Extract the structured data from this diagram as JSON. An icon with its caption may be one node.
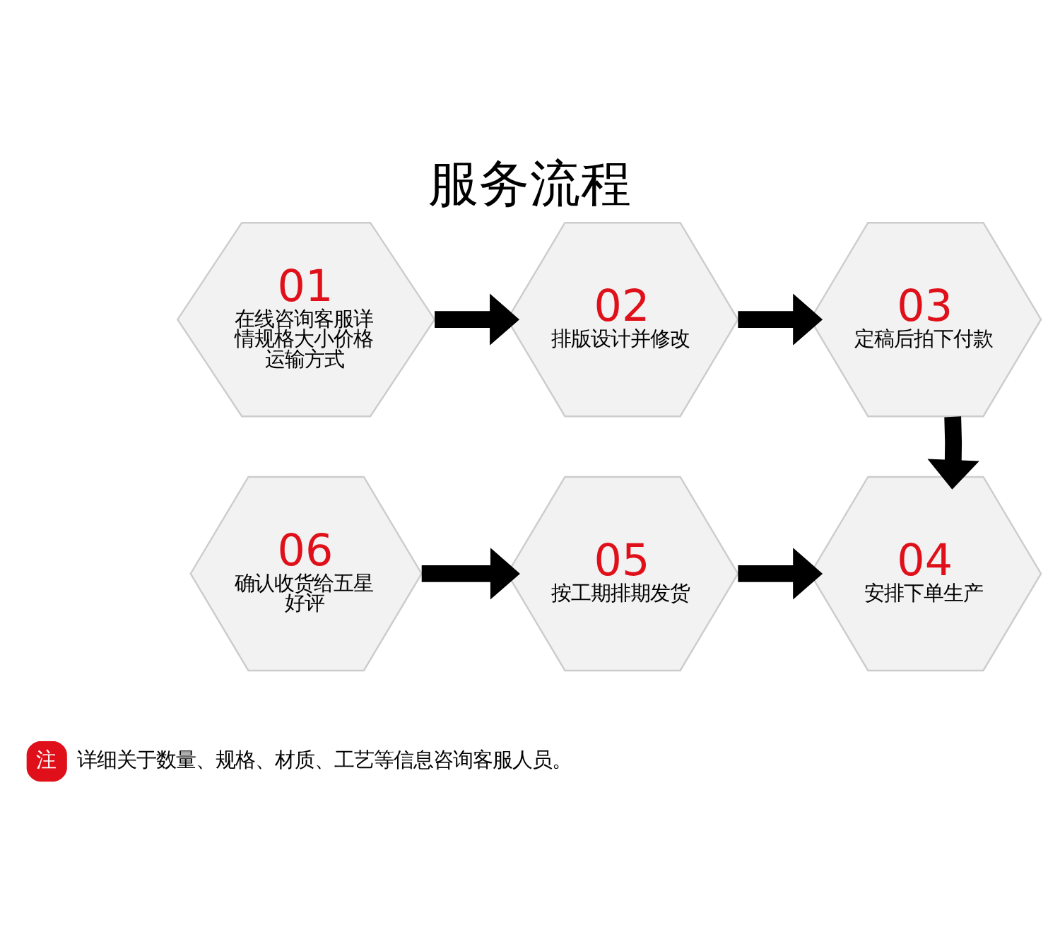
{
  "diagram": {
    "title": "服务流程",
    "nodes": [
      {
        "text": [
          "01",
          "在线咨询客服详情规格大小价格运输方式"
        ]
      },
      {
        "text": [
          "02",
          "排版设计并修改"
        ]
      },
      {
        "text": [
          "03",
          "定稿后拍下付款"
        ]
      },
      {
        "text": [
          "06",
          "确认收货给五星好评"
        ]
      },
      {
        "text": [
          "05",
          "按工期排期发货"
        ]
      },
      {
        "text": [
          "04",
          "安排下单生产"
        ]
      },
      {
        "text": [
          "注"
        ],
        "beside": [
          "详细关于数量、规格、材质、工艺等信息咨询客服人员。"
        ]
      }
    ],
    "edges": [
      {
        "from": 0,
        "to": 1,
        "arrow": "to"
      },
      {
        "from": 1,
        "to": 2,
        "arrow": "to"
      },
      {
        "from": 2,
        "to": 5,
        "arrow": "to"
      },
      {
        "from": 3,
        "to": 4,
        "arrow": "to"
      },
      {
        "from": 4,
        "to": 5,
        "arrow": "to"
      }
    ]
  }
}
